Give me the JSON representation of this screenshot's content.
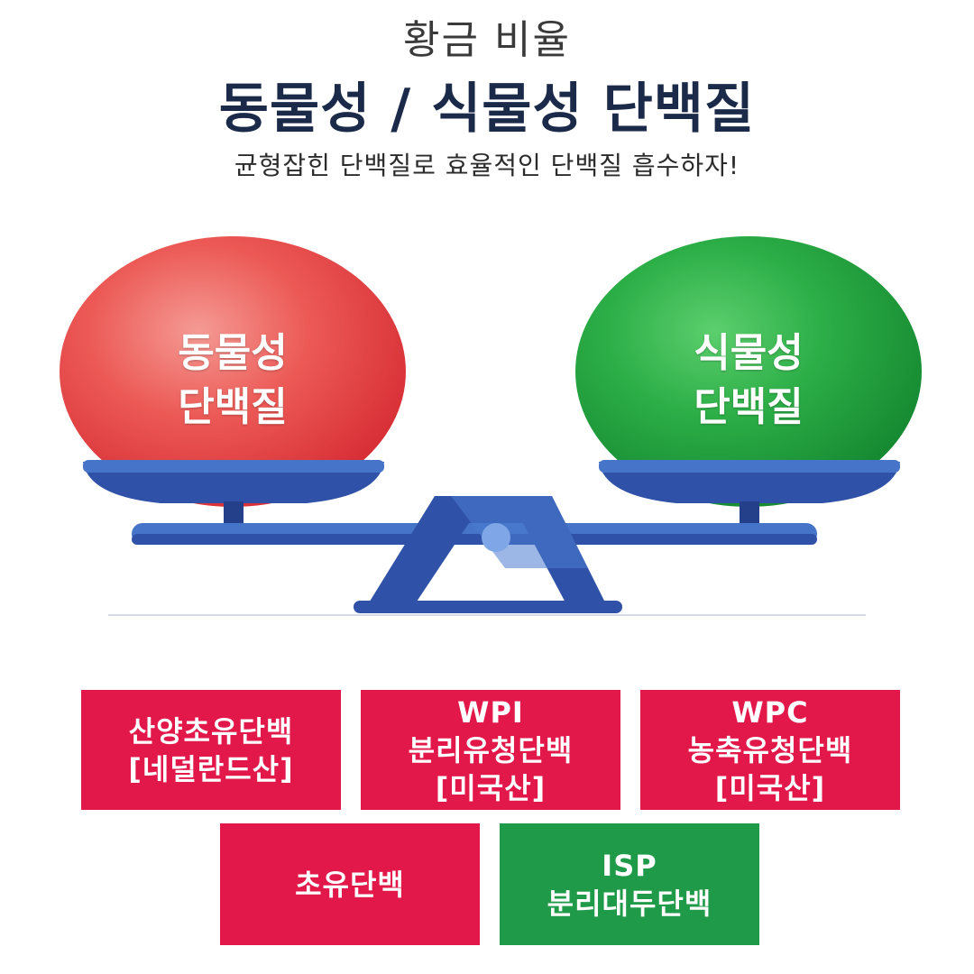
{
  "header": {
    "pre_title": "황금 비율",
    "main_title": "동물성 / 식물성 단백질",
    "subtitle": "균형잡힌 단백질로 효율적인 단백질 흡수하자!"
  },
  "scale": {
    "left_ball": {
      "line1": "동물성",
      "line2": "단백질",
      "color": "#e8484f"
    },
    "right_ball": {
      "line1": "식물성",
      "line2": "단백질",
      "color": "#1f9e3e"
    },
    "beam_color": "#3d63b8"
  },
  "products": {
    "row1": [
      {
        "lines": [
          "산양초유단백",
          "[네덜란드산]"
        ],
        "color": "#e2174a"
      },
      {
        "lines": [
          "WPI",
          "분리유청단백",
          "[미국산]"
        ],
        "color": "#e2174a"
      },
      {
        "lines": [
          "WPC",
          "농축유청단백",
          "[미국산]"
        ],
        "color": "#e2174a"
      }
    ],
    "row2": [
      {
        "lines": [
          "초유단백"
        ],
        "color": "#e2174a"
      },
      {
        "lines": [
          "ISP",
          "분리대두단백"
        ],
        "color": "#1f9a48"
      }
    ]
  }
}
